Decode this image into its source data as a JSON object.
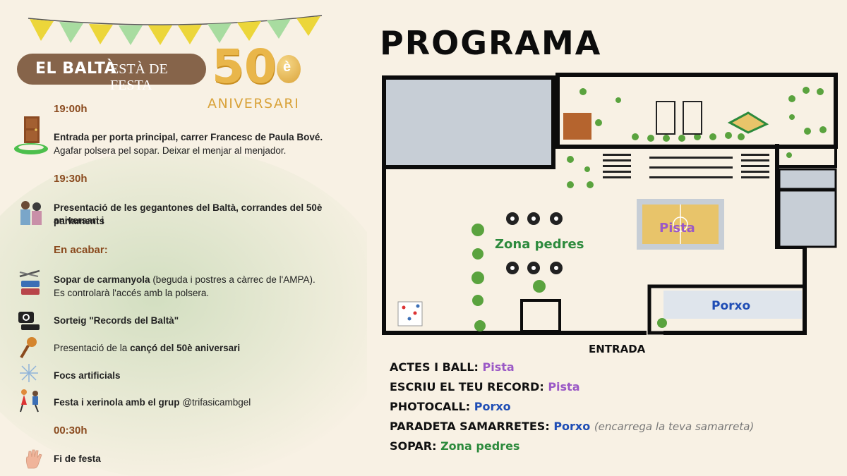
{
  "header": {
    "title_left": "EL BALTÀ",
    "title_right": "ESTÀ DE FESTA",
    "number": "50",
    "number_suffix": "è",
    "subtitle": "ANIVERSARI"
  },
  "schedule": {
    "t1": "19:00h",
    "i1_line1": "Entrada per porta principal, carrer Francesc de Paula Bové.",
    "i1_line2": "Agafar polsera pel sopar. Deixar el menjar al menjador.",
    "t2": "19:30h",
    "i2_line1": "Presentació de les gegantones del Baltà,  corrandes del 50è aniversari i",
    "i2_line2": "parlaments",
    "t3": "En acabar:",
    "i3_bold": "Sopar de carmanyola",
    "i3_rest": " (beguda i postres a càrrec de l'AMPA).",
    "i3_line2": "Es controlarà l'accés amb la polsera.",
    "i4": "Sorteig \"Records del Baltà\"",
    "i5_pre": "Presentació de la ",
    "i5_bold": "cançó del 50è aniversari",
    "i6": "Focs artificials",
    "i7_bold": "Festa i xerinola amb el grup",
    "i7_rest": " @trifasicambgel",
    "t4": "00:30h",
    "i8": "Fi de festa"
  },
  "plan": {
    "title": "PROGRAMA",
    "zona_pedres": "Zona pedres",
    "pista": "Pista",
    "porxo": "Porxo",
    "entrada": "ENTRADA"
  },
  "legend": {
    "l1_label": "ACTES I BALL:",
    "l1_value": "Pista",
    "l2_label": "ESCRIU  EL TEU RECORD:",
    "l2_value": "Pista",
    "l3_label": "PHOTOCALL:",
    "l3_value": "Porxo",
    "l4_label": "PARADETA SAMARRETES:",
    "l4_value": "Porxo",
    "l4_note": "(encarrega la teva samarreta)",
    "l5_label": "SOPAR:",
    "l5_value": "Zona pedres"
  },
  "colors": {
    "background": "#f8f1e4",
    "brown_pill": "#86644a",
    "gold": "#e9b64a",
    "time_brown": "#8a4a1e",
    "purple": "#9b59c6",
    "blue": "#1f4db5",
    "green": "#2c8a3c",
    "plan_gray": "#c7ced6"
  },
  "icons": [
    "flag-bunting-icon",
    "door-icon",
    "wristband-icon",
    "giants-icon",
    "lunchbox-icon",
    "raffle-icon",
    "microphone-icon",
    "fireworks-icon",
    "dancers-icon",
    "hand-icon",
    "tree-icon",
    "tyre-icon",
    "court-icon",
    "climbing-wall-icon",
    "swing-icon",
    "sandbox-icon"
  ]
}
